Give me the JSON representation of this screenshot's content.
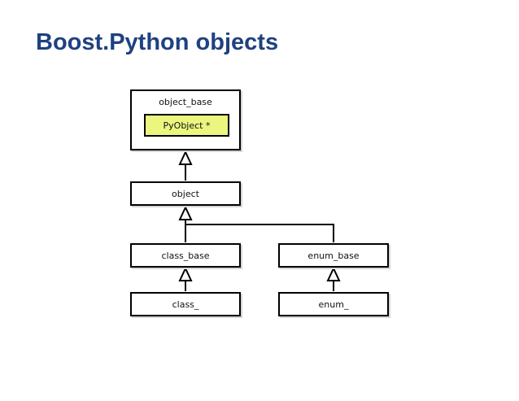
{
  "slide": {
    "title": "Boost.Python objects",
    "title_color": "#1f4180",
    "background_color": "#ffffff"
  },
  "diagram": {
    "type": "class-inheritance-diagram",
    "box_border_color": "#000000",
    "box_fill_color": "#ffffff",
    "highlight_fill_color": "#eaf67d",
    "shadow_color": "#d6d6d6",
    "label_color": "#111111",
    "nodes": [
      {
        "id": "object_base",
        "label": "object_base",
        "highlighted": false
      },
      {
        "id": "pyobject_ptr",
        "label": "PyObject *",
        "highlighted": true,
        "contained_in": "object_base"
      },
      {
        "id": "object",
        "label": "object",
        "highlighted": false
      },
      {
        "id": "class_base",
        "label": "class_base",
        "highlighted": false
      },
      {
        "id": "enum_base",
        "label": "enum_base",
        "highlighted": false
      },
      {
        "id": "class_",
        "label": "class_",
        "highlighted": false
      },
      {
        "id": "enum_",
        "label": "enum_",
        "highlighted": false
      }
    ],
    "edges": [
      {
        "from": "object",
        "to": "object_base",
        "type": "inheritance"
      },
      {
        "from": "class_base",
        "to": "object",
        "type": "inheritance"
      },
      {
        "from": "enum_base",
        "to": "object",
        "type": "inheritance"
      },
      {
        "from": "class_",
        "to": "class_base",
        "type": "inheritance"
      },
      {
        "from": "enum_",
        "to": "enum_base",
        "type": "inheritance"
      }
    ]
  }
}
